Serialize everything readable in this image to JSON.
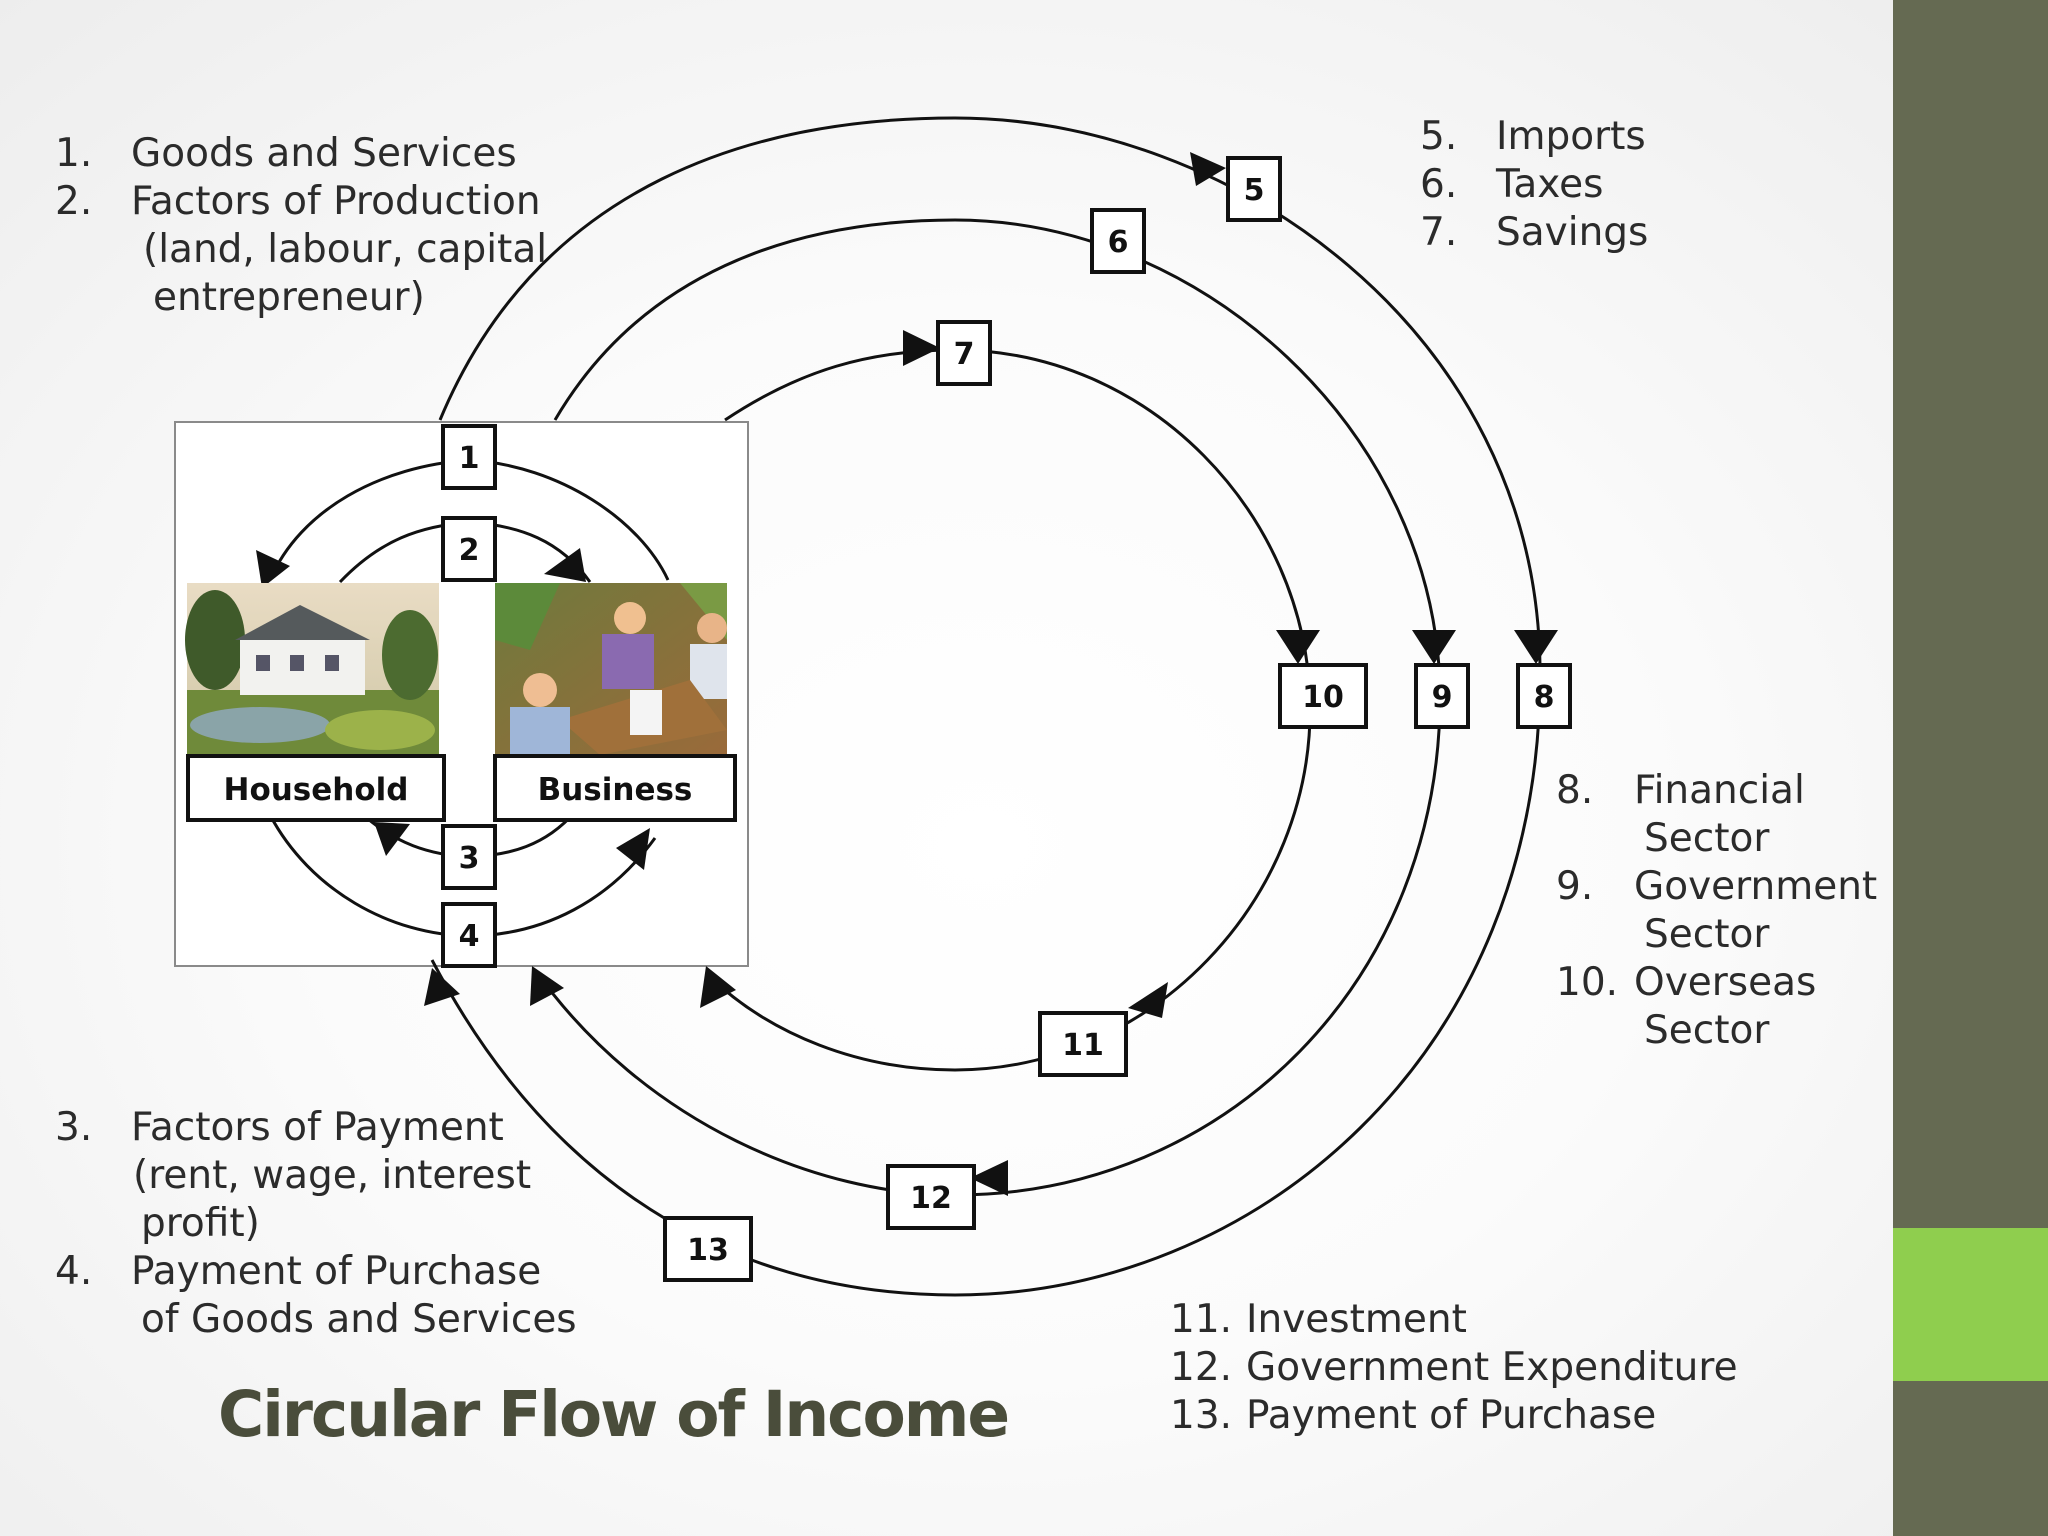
{
  "title": "Circular Flow of Income",
  "colors": {
    "side_bar": "#656a52",
    "side_accent": "#8fce4e",
    "title": "#4a4d3b",
    "stroke": "#111111"
  },
  "legend_top_left": [
    {
      "num": "1.",
      "text": "Goods and Services"
    },
    {
      "num": "2.",
      "text": "Factors of Production",
      "cont": [
        "(land, labour, capital",
        "entrepreneur)"
      ]
    }
  ],
  "legend_top_right": [
    {
      "num": "5.",
      "text": "Imports"
    },
    {
      "num": "6.",
      "text": "Taxes"
    },
    {
      "num": "7.",
      "text": "Savings"
    }
  ],
  "legend_right": [
    {
      "num": "8.",
      "text": "Financial",
      "cont": [
        "Sector"
      ]
    },
    {
      "num": "9.",
      "text": "Government",
      "cont": [
        "Sector"
      ]
    },
    {
      "num": "10.",
      "text": "Overseas",
      "cont": [
        "Sector"
      ]
    }
  ],
  "legend_bottom_left": [
    {
      "num": "3.",
      "text": "Factors of Payment",
      "cont": [
        "(rent, wage, interest",
        "profit)"
      ]
    },
    {
      "num": "4.",
      "text": "Payment of Purchase",
      "cont": [
        "of Goods and Services"
      ]
    }
  ],
  "legend_bottom_right": [
    {
      "num": "11.",
      "text": "Investment"
    },
    {
      "num": "12.",
      "text": "Government Expenditure"
    },
    {
      "num": "13.",
      "text": "Payment of Purchase"
    }
  ],
  "diagram": {
    "household_label": "Household",
    "business_label": "Business",
    "flow_labels": [
      "1",
      "2",
      "3",
      "4",
      "5",
      "6",
      "7",
      "8",
      "9",
      "10",
      "11",
      "12",
      "13"
    ],
    "icons": {
      "household": "house-picture",
      "business": "business-meeting-picture"
    }
  }
}
